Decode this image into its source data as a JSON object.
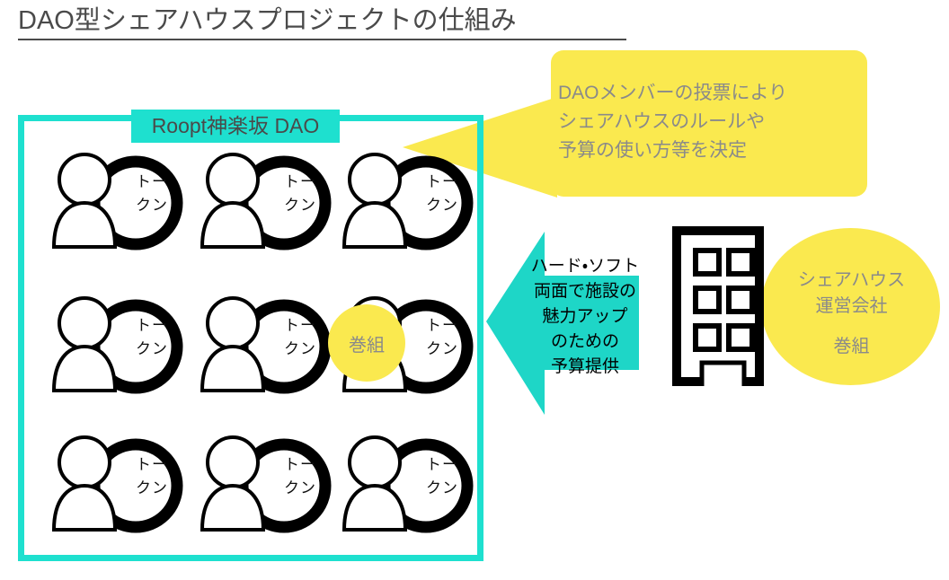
{
  "title": {
    "text": "DAO型シェアハウスプロジェクトの仕組み"
  },
  "dao_box": {
    "banner_label": "Roopt神楽坂 DAO",
    "member_count": 9,
    "token_label_line1": "トー",
    "token_label_line2": "クン",
    "highlight_circle_label": "巻組"
  },
  "callout": {
    "line1": "DAOメンバーの投票により",
    "line2": "シェアハウスのルールや",
    "line3": "予算の使い方等を決定"
  },
  "arrow": {
    "line1": "ハード・ソフト",
    "line2": "両面で施設の",
    "line3": "魅力アップ",
    "line4": "のための",
    "line5": "予算提供"
  },
  "company": {
    "line1": "シェアハウス",
    "line2": "運営会社",
    "line3": "巻組"
  },
  "colors": {
    "teal": "#1ee0cf",
    "yellow": "#fae94f",
    "text_gray": "#8a8a8a",
    "title_gray": "#4a4a4a",
    "outline_black": "#000000",
    "background": "#ffffff"
  }
}
